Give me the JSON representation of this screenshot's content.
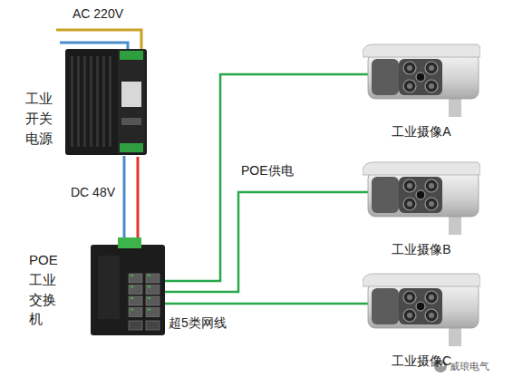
{
  "diagram": {
    "nodes": [
      {
        "text": [
          "工业开关电源"
        ]
      },
      {
        "text": [
          "POE工业交换机"
        ]
      },
      {
        "text": [
          "工业摄像A"
        ]
      },
      {
        "text": [
          "工业摄像B"
        ]
      },
      {
        "text": [
          "工业摄像C"
        ]
      }
    ],
    "edges": [
      {
        "from": 0,
        "to": 1,
        "arrow": "none"
      },
      {
        "from": 1,
        "to": 2,
        "arrow": "none"
      },
      {
        "from": 1,
        "to": 3,
        "arrow": "none"
      },
      {
        "from": 1,
        "to": 4,
        "arrow": "none"
      }
    ],
    "labels": [
      "AC 220V",
      "DC 48V",
      "POE供电",
      "超5类网线",
      "威琅电气"
    ]
  }
}
